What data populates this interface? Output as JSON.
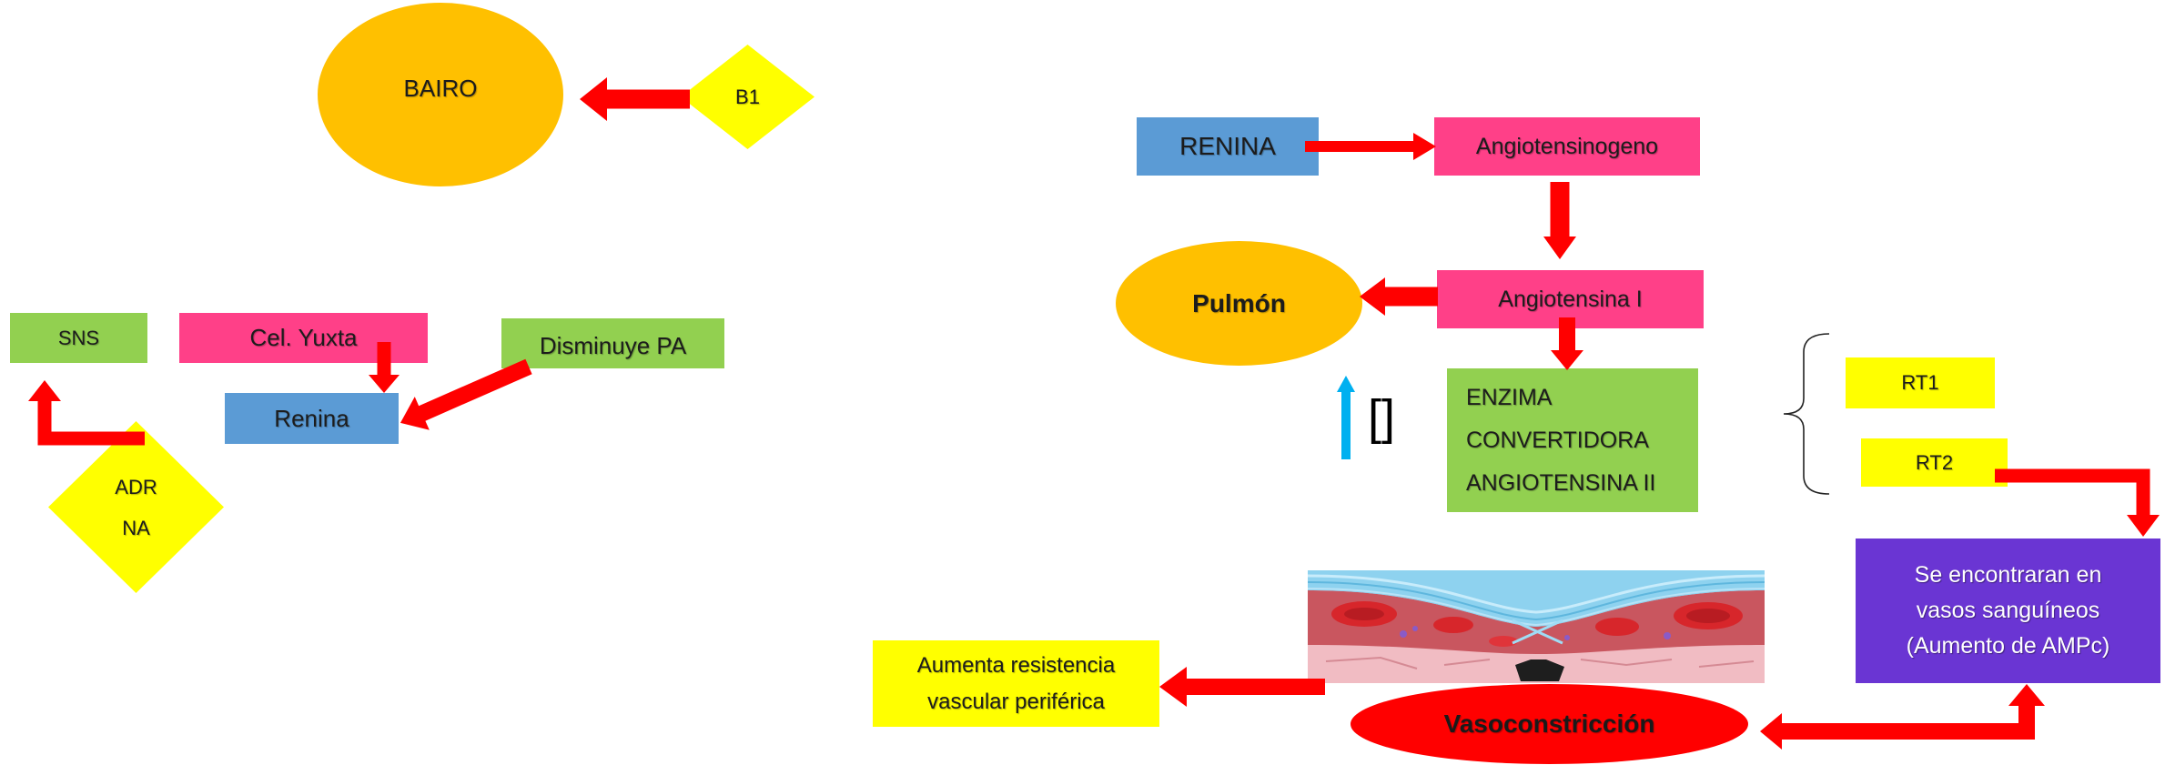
{
  "diagram": {
    "bairo": {
      "label": "BAIRO"
    },
    "b1": {
      "label": "B1"
    },
    "sns": {
      "label": "SNS"
    },
    "cel_yuxta": {
      "label": "Cel. Yuxta"
    },
    "disminuye_pa": {
      "label": "Disminuye PA"
    },
    "renina_small": {
      "label": "Renina"
    },
    "adr_na": {
      "lines": [
        "ADR",
        "NA"
      ]
    },
    "renina": {
      "label": "RENINA"
    },
    "angiotensinogeno": {
      "label": "Angiotensinogeno"
    },
    "pulmon": {
      "label": "Pulmón"
    },
    "angiotensina_i": {
      "label": "Angiotensina I"
    },
    "enzima": {
      "lines": [
        "ENZIMA",
        "CONVERTIDORA",
        "ANGIOTENSINA II"
      ]
    },
    "concentration_mark": {
      "label": "[]"
    },
    "rt1": {
      "label": "RT1"
    },
    "rt2": {
      "label": "RT2"
    },
    "vasos": {
      "lines": [
        "Se encontraran en",
        "vasos sanguíneos",
        "(Aumento de AMPc)"
      ]
    },
    "vasoconstriccion": {
      "label": "Vasoconstricción"
    },
    "resistencia": {
      "lines": [
        "Aumenta resistencia",
        "vascular periférica"
      ]
    }
  },
  "colors": {
    "orange": "#FFC000",
    "yellow": "#FFFF00",
    "red": "#FF0000",
    "blue": "#5B9BD5",
    "pink": "#FF4088",
    "green": "#92D050",
    "purple": "#6A35D3",
    "cyan": "#00B0F0"
  },
  "icons": {
    "increase_marker": "up-arrow-icon",
    "vessel": "blood-vessel-illustration"
  }
}
